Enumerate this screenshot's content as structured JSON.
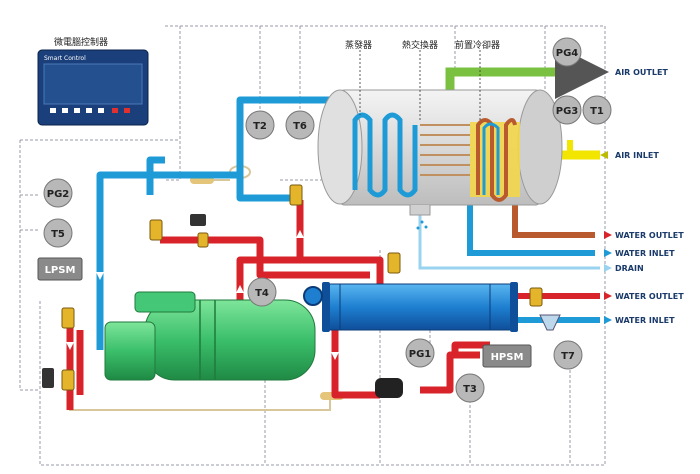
{
  "controller": {
    "title": "微電腦控制器",
    "panel_label": "Smart Control"
  },
  "heat_exchanger_labels": {
    "evaporator": "蒸發器",
    "heat_exchanger": "熱交換器",
    "precooler": "前置冷卻器"
  },
  "right_labels": {
    "air_outlet": "AIR OUTLET",
    "air_inlet": "AIR INLET",
    "water_outlet_1": "WATER OUTLET",
    "water_inlet_1": "WATER INLET",
    "drain": "DRAIN",
    "water_outlet_2": "WATER OUTLET",
    "water_inlet_2": "WATER INLET"
  },
  "sensors": {
    "pg4": "PG4",
    "pg3": "PG3",
    "t1": "T1",
    "t2": "T2",
    "t6": "T6",
    "pg2": "PG2",
    "t5": "T5",
    "t4": "T4",
    "pg1": "PG1",
    "t3": "T3",
    "t7": "T7"
  },
  "boxes": {
    "lpsm": "LPSM",
    "hpsm": "HPSM"
  },
  "colors": {
    "refrigerant_hot": "#d8232a",
    "refrigerant_cold": "#1e9bd7",
    "air_outlet_pipe": "#7ac142",
    "air_inlet_pipe": "#f2e600",
    "water_return": "#b85a2e",
    "compressor": "#3bbf6a",
    "controller_panel": "#1b3f7a",
    "sensor_badge": "#b8b8b8"
  }
}
